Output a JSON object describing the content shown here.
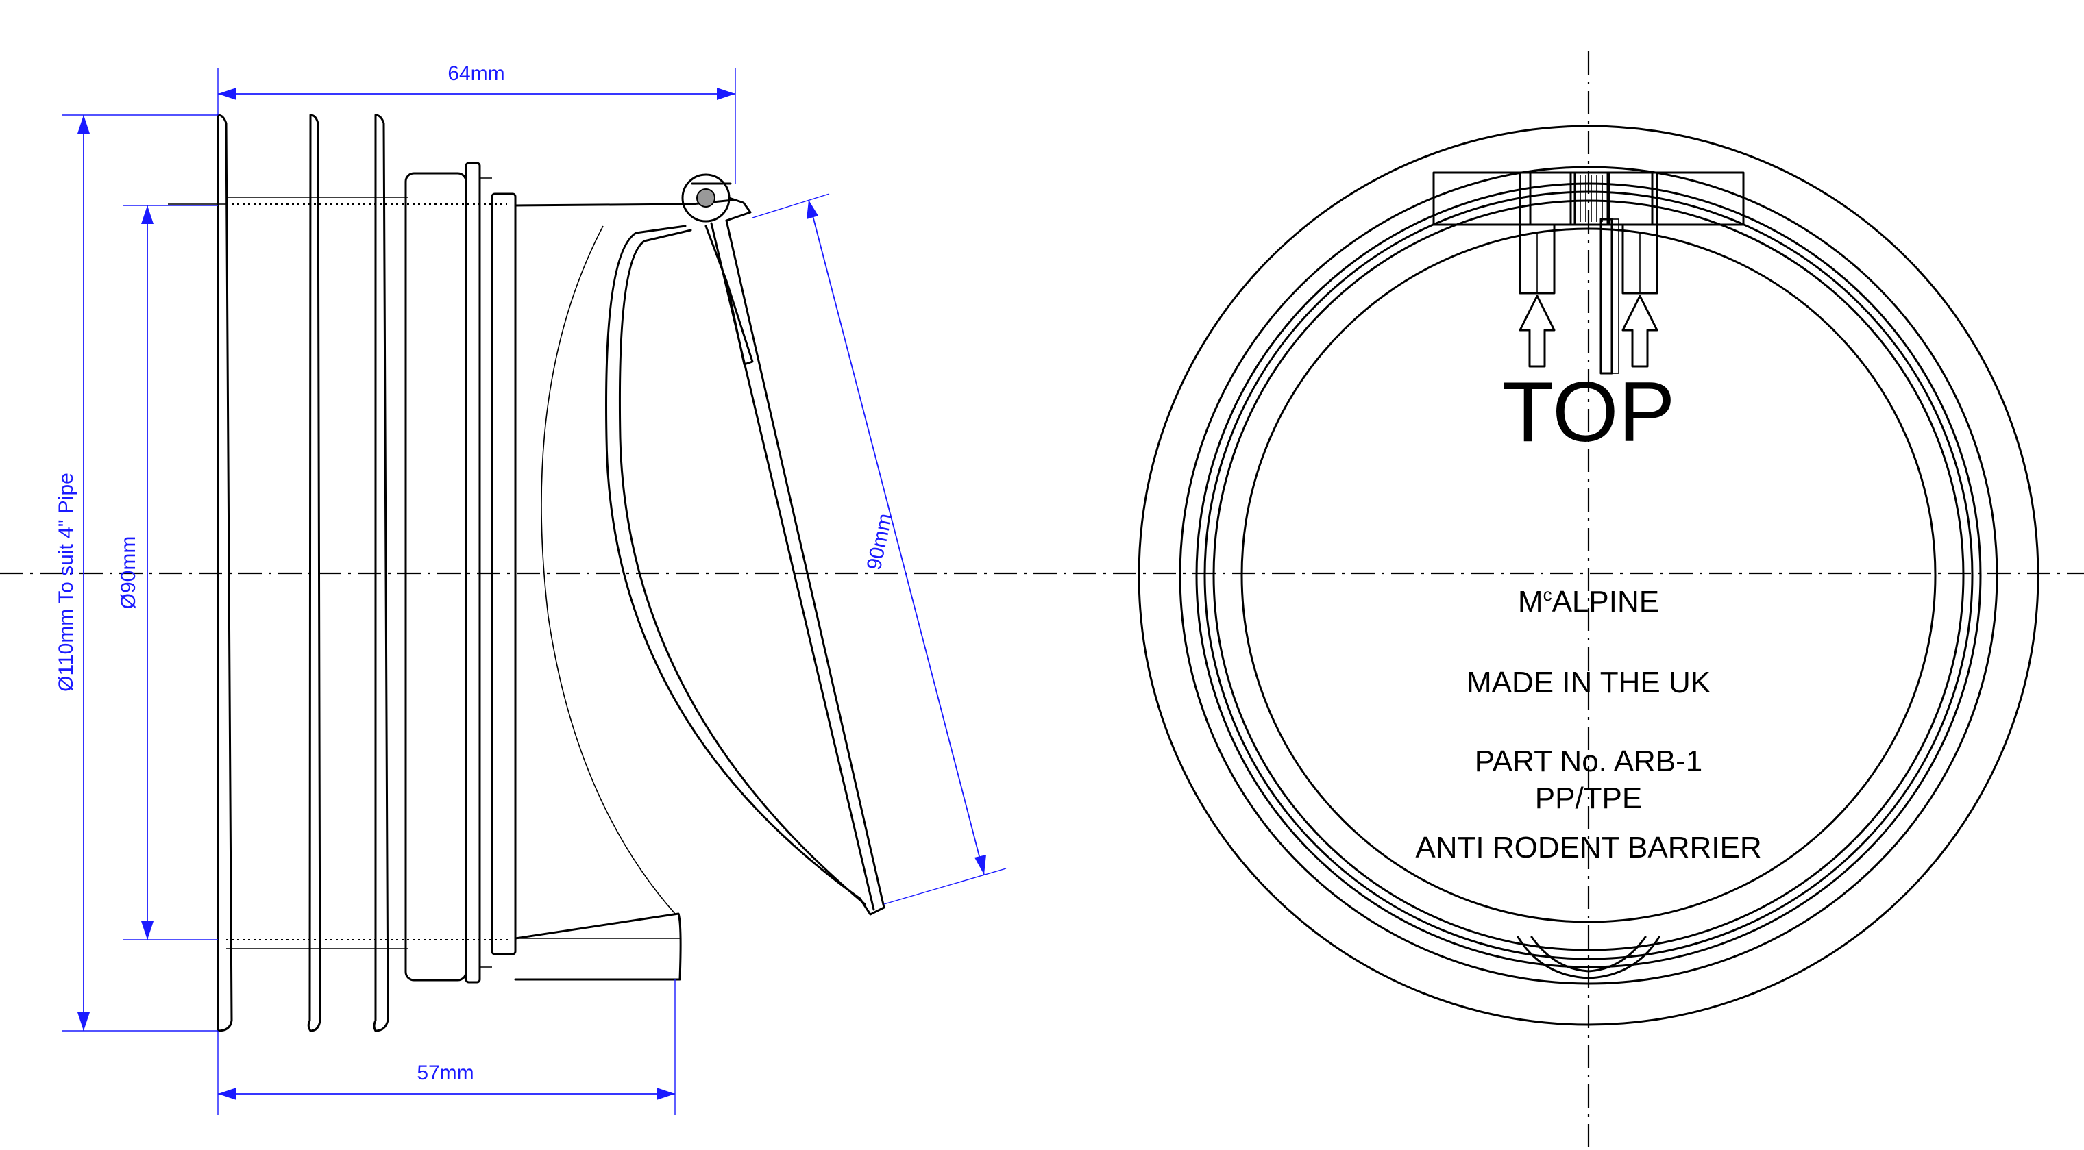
{
  "dimensions": {
    "top_length": "64mm",
    "bottom_length": "57mm",
    "outer_diameter": "Ø110mm To suit 4\" Pipe",
    "inner_diameter": "Ø90mm",
    "flap_length": "90mm"
  },
  "labels": {
    "top": "TOP",
    "brand_m": "M",
    "brand_c": "c",
    "brand_rest": "ALPINE",
    "made_in": "MADE IN THE UK",
    "part_no": "PART No. ARB-1",
    "material": "PP/TPE",
    "product": "ANTI RODENT BARRIER"
  },
  "colors": {
    "dimension": "#1a1aff",
    "line": "#000000"
  }
}
